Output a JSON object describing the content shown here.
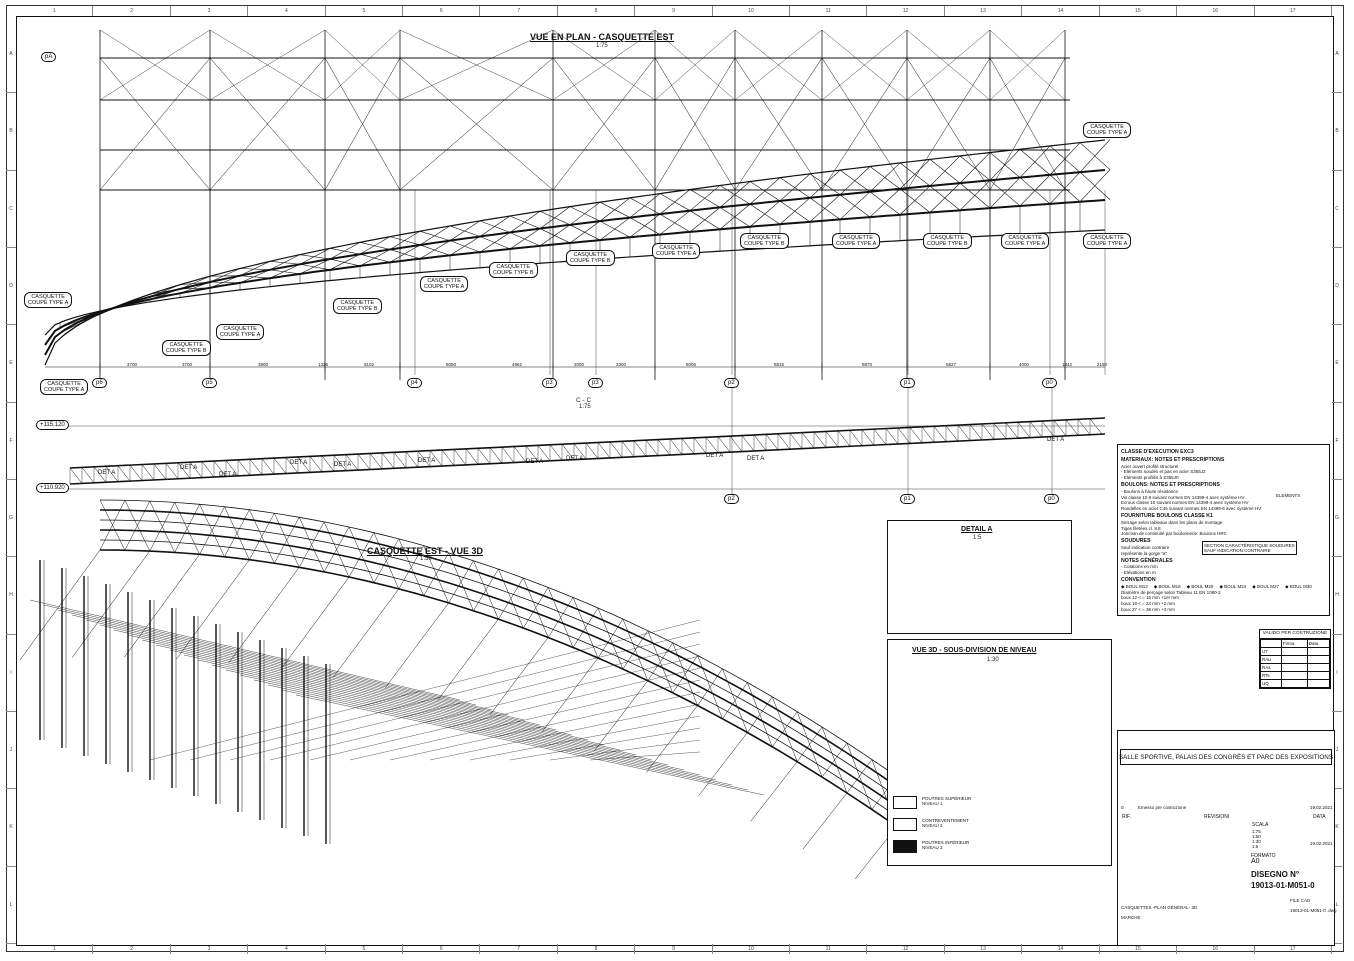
{
  "views": {
    "plan_title": "VUE EN PLAN - CASQUETTE EST",
    "plan_scale": "1:75",
    "section_title": "C - C",
    "section_scale": "1:75",
    "view3d_title": "CASQUETTE EST - VUE 3D",
    "view3d_scale": "1:50",
    "detail_title": "DETAIL A",
    "detail_scale": "1:5",
    "subdiv_title": "VUE 3D - SOUS-DIVISION DE NIVEAU",
    "subdiv_scale": "1:30"
  },
  "plan": {
    "row_label": "pA",
    "casquette_labels": [
      {
        "line1": "CASQUETTE",
        "line2": "COUPE TYPE A"
      },
      {
        "line1": "CASQUETTE",
        "line2": "COUPE TYPE A"
      },
      {
        "line1": "CASQUETTE",
        "line2": "COUPE TYPE B"
      },
      {
        "line1": "CASQUETTE",
        "line2": "COUPE TYPE A"
      },
      {
        "line1": "CASQUETTE",
        "line2": "COUPE TYPE B"
      },
      {
        "line1": "CASQUETTE",
        "line2": "COUPE TYPE A"
      },
      {
        "line1": "CASQUETTE",
        "line2": "COUPE TYPE B"
      },
      {
        "line1": "CASQUETTE",
        "line2": "COUPE TYPE B"
      },
      {
        "line1": "CASQUETTE",
        "line2": "COUPE TYPE A"
      },
      {
        "line1": "CASQUETTE",
        "line2": "COUPE TYPE B"
      },
      {
        "line1": "CASQUETTE",
        "line2": "COUPE TYPE A"
      },
      {
        "line1": "CASQUETTE",
        "line2": "COUPE TYPE B"
      },
      {
        "line1": "CASQUETTE",
        "line2": "COUPE TYPE A"
      },
      {
        "line1": "CASQUETTE",
        "line2": "COUPE TYPE A"
      },
      {
        "line1": "CASQUETTE",
        "line2": "COUPE TYPE A"
      },
      {
        "line1": "CASQUETTE",
        "line2": "COUPE TYPE A"
      }
    ],
    "axes": [
      "p6",
      "p5",
      "p4",
      "p3",
      "p3",
      "p2",
      "p1",
      "p0"
    ],
    "dims": [
      "3700",
      "3700",
      "3800",
      "1326",
      "6102",
      "6050",
      "4962",
      "2000",
      "3300",
      "6006",
      "5815",
      "5870",
      "5827",
      "4000",
      "1342",
      "2150"
    ]
  },
  "section": {
    "elev_top": "+115.120",
    "elev_bottom": "+110.920",
    "det_labels": [
      "DET A",
      "DET A",
      "DET A",
      "DET A",
      "DET A",
      "DET A",
      "DET A",
      "DET A",
      "DET A",
      "DET A",
      "DET A"
    ],
    "axes": [
      "p2",
      "p1",
      "p0"
    ]
  },
  "notes": {
    "classe": "CLASSE D'EXECUTION EXC3",
    "mat_title": "MATERIAUX: NOTES ET PRESCRIPTIONS",
    "mat_lines": [
      "Acier ouvert profilé structurel",
      "- Eléments soudés et pas en acier S355J2",
      "- Eléments profilés à S355J0"
    ],
    "boul_title": "BOULONS: NOTES ET PRESCRIPTIONS",
    "boul_lines": [
      "- Boulons à haute résistance",
      "Vis classe 10.9 suivant normes EN 14399-4 avec système HV",
      "Ecrous classe 10 suivant normes EN 14399-4 avec système HV",
      "Rondelles en acier C45 suivant normes EN 14399-6 avec système HV"
    ],
    "fourn": "FOURNITURE BOULONS CLASSE K1",
    "serr": "Serrage selon tableaux dans les plans de montage",
    "tiges": "Tiges filetées cl. 8.8",
    "jonction": "Jonction de continuité par boulonnerie: Boulons HRC",
    "soud_title": "SOUDURES",
    "soud_lines": [
      "Sauf indication contraire",
      "représente la gorge \"a\""
    ],
    "gen_title": "NOTES GÉNÉRALES",
    "gen_lines": [
      "- Cotations en mm",
      "- Elévations en m"
    ],
    "conv_title": "CONVENTION",
    "conv_lines": [
      "Diamètre de perçage selon Tableau 11 EN 1090-2",
      "boux 12 < = 16 mm    +1er mm",
      "boux 18 < = 24 mm    +2 mm",
      "boux 27 < = 36 mm    +3 mm"
    ],
    "section_box": "SECTION CARACTÉRISTIQUE SOUDURES",
    "section_box2": "SAUF INDICATION CONTRAIRE",
    "elements": "ELEMENTS",
    "conv_symbols": [
      "BOUL M12",
      "BOUL M16",
      "BOUL M20",
      "BOUL M24",
      "BOUL M27",
      "BOUL M30"
    ]
  },
  "legend3d": [
    {
      "label": "POUTRES SUPÉRIEUR",
      "sub": "NIVEAU 1"
    },
    {
      "label": "CONTREVENTEMENT",
      "sub": "NIVEAU 2"
    },
    {
      "label": "POUTRES INFÉRIEUR",
      "sub": "NIVEAU 3"
    }
  ],
  "validation": {
    "title": "VALIDO PER COSTRUZIONE",
    "col1": "Firma",
    "col2": "Data",
    "rows": [
      "UT",
      "RAu",
      "RAs",
      "RTs",
      "UQ"
    ]
  },
  "titleblock": {
    "project": "SALLE SPORTIVE, PALAIS DES CONGRÈS ET PARC DES EXPOSITIONS",
    "rev_letter": "0",
    "rev_desc": "Emesso per costruzione",
    "rev_date": "19.02.2021",
    "col_rif": "RIF.",
    "col_rev": "REVISIONI",
    "col_data": "DATA",
    "scala_label": "SCALA",
    "scala_values": [
      "1:75",
      "1:50",
      "1:30",
      "1:5"
    ],
    "date": "19.02.2021",
    "formato_label": "FORMATO",
    "formato": "A0",
    "disegno_label": "DISEGNO N°",
    "disegno": "19013-01-M051-0",
    "oggetto": "CASQUETTES -PLAN GÉNÉRAL- 3D",
    "file_label": "FILE CAD",
    "file": "19013-01-M051-0   .dwg",
    "marche": "MARCHE"
  },
  "ruler": {
    "cols": [
      "1",
      "2",
      "3",
      "4",
      "5",
      "6",
      "7",
      "8",
      "9",
      "10",
      "11",
      "12",
      "13",
      "14",
      "15",
      "16",
      "17"
    ],
    "rows": [
      "A",
      "B",
      "C",
      "D",
      "E",
      "F",
      "G",
      "H",
      "I",
      "J",
      "K",
      "L"
    ]
  }
}
